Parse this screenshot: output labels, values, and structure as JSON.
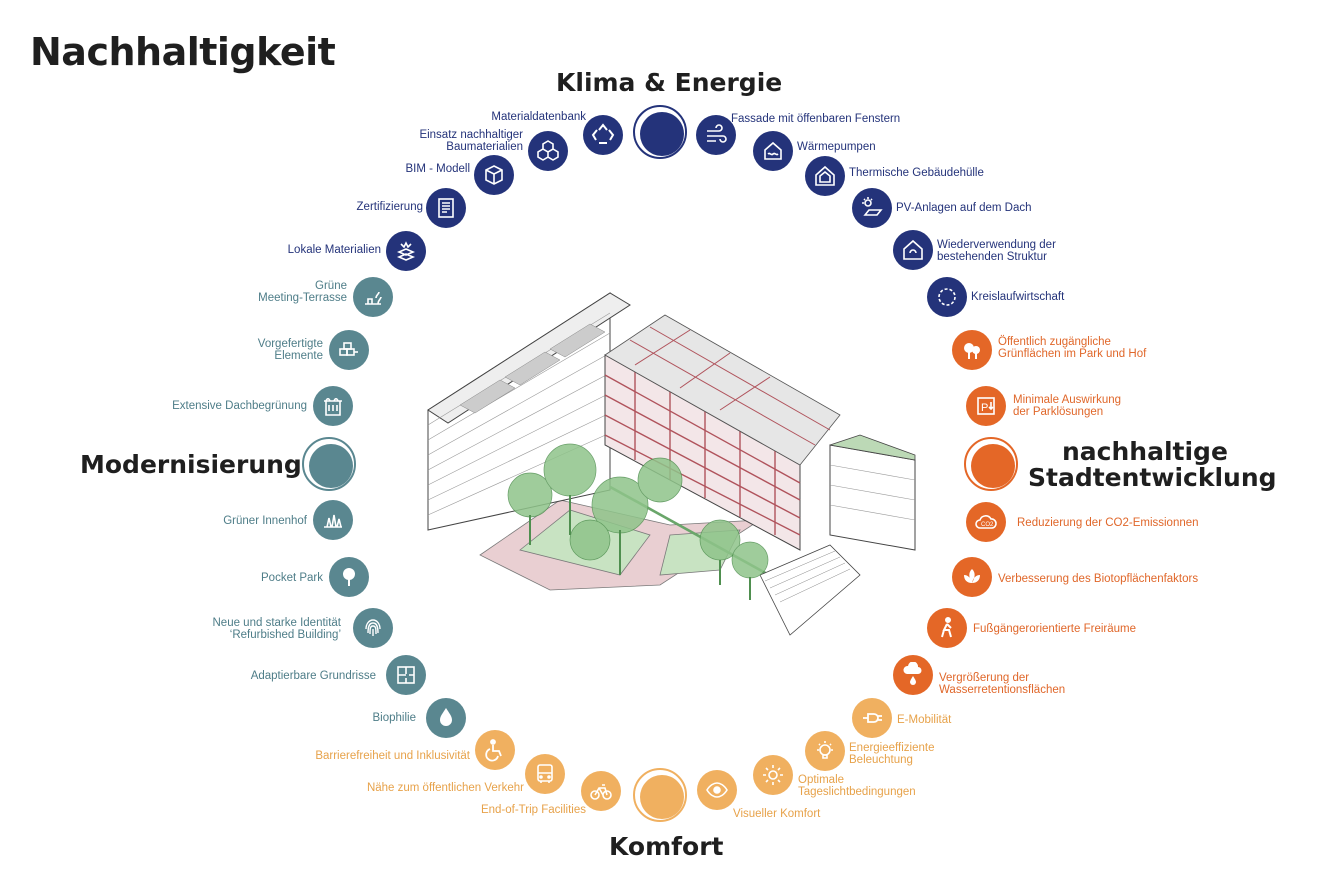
{
  "title": "Nachhaltigkeit",
  "colors": {
    "navy": "#24337a",
    "teal": "#5a8790",
    "orange": "#e46727",
    "sand": "#f0b060"
  },
  "categories": {
    "klima": "Klima & Energie",
    "modernisierung": "Modernisierung",
    "stadt_line1": "nachhaltige",
    "stadt_line2": "Stadtentwicklung",
    "komfort": "Komfort"
  },
  "klima_items": [
    "Materialdatenbank",
    "Einsatz nachhaltiger\nBaumaterialien",
    "BIM - Modell",
    "Zertifizierung",
    "Lokale Materialien",
    "Fassade mit öffenbaren Fenstern",
    "Wärmepumpen",
    "Thermische Gebäudehülle",
    "PV-Anlagen auf dem Dach",
    "Wiederverwendung der\nbestehenden Struktur",
    "Kreislaufwirtschaft"
  ],
  "modernisierung_items": [
    "Grüne\nMeeting-Terrasse",
    "Vorgefertigte\nElemente",
    "Extensive Dachbegrünung",
    "Grüner Innenhof",
    "Pocket Park",
    "Neue und starke Identität\n‘Refurbished Building’",
    "Adaptierbare Grundrisse",
    "Biophilie"
  ],
  "stadt_items": [
    "Öffentlich zugängliche\nGrünflächen im Park und Hof",
    "Minimale Auswirkung\nder Parklösungen",
    "Reduzierung der CO2-Emissionnen",
    "Verbesserung des Biotopflächenfaktors",
    "Fußgängerorientierte Freiräume",
    "Vergrößerung der\nWasserretentionsflächen"
  ],
  "komfort_items": [
    "Barrierefreiheit und Inklusivität",
    "Nähe zum öffentlichen Verkehr",
    "End-of-Trip Facilities",
    "E-Mobilität",
    "Energieeffiziente\nBeleuchtung",
    "Optimale\nTageslichtbedingungen",
    "Visueller Komfort"
  ],
  "icon_glyphs": {
    "co2": "CO2",
    "parking": "P"
  }
}
